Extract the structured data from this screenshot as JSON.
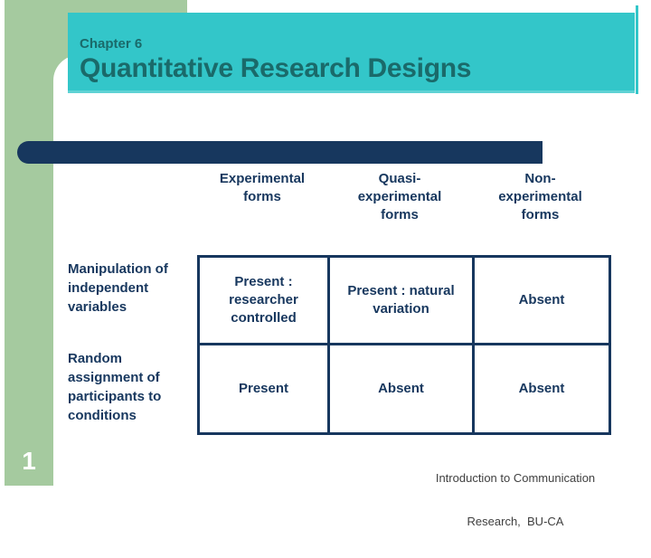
{
  "slide": {
    "chapter_label": "Chapter 6",
    "title": "Quantitative Research Designs",
    "page_number": "1",
    "footer": {
      "line1": "Introduction to Communication",
      "line2": "Research,  BU-CA"
    }
  },
  "table": {
    "column_headers": [
      "Experimental forms",
      "Quasi-experimental forms",
      "Non-experimental forms"
    ],
    "row_headers": [
      "Manipulation of independent variables",
      "Random assignment of participants to conditions"
    ],
    "rows": [
      [
        "Present : researcher controlled",
        "Present : natural variation",
        "Absent"
      ],
      [
        "Present",
        "Absent",
        "Absent"
      ]
    ]
  },
  "colors": {
    "accent_green": "#a5ca9f",
    "accent_teal": "#33c6c9",
    "accent_navy": "#17375e",
    "title_text_teal": "#1a6a6a",
    "footer_text": "#3f3f3f"
  }
}
